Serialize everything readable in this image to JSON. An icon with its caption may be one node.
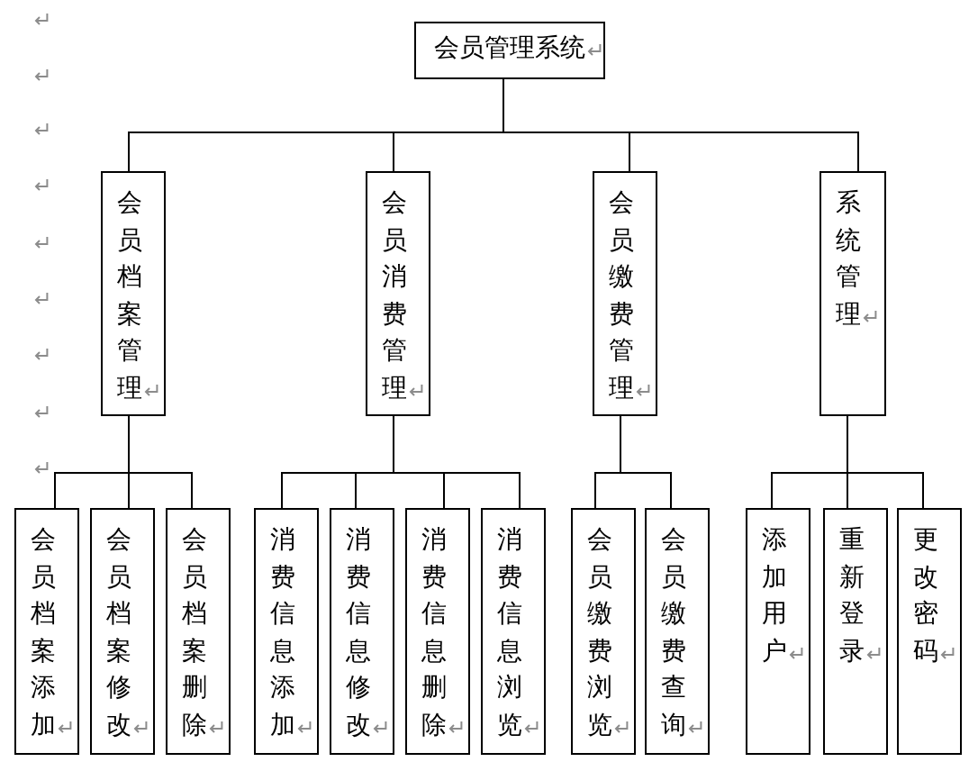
{
  "diagram": {
    "nodes": [
      {
        "text": [
          "会员管理系统"
        ]
      },
      {
        "text": [
          "会员档案管理"
        ]
      },
      {
        "text": [
          "会员消费管理"
        ]
      },
      {
        "text": [
          "会员缴费管理"
        ]
      },
      {
        "text": [
          "系统管理"
        ]
      },
      {
        "text": [
          "会员档案添加"
        ]
      },
      {
        "text": [
          "会员档案修改"
        ]
      },
      {
        "text": [
          "会员档案删除"
        ]
      },
      {
        "text": [
          "消费信息添加"
        ]
      },
      {
        "text": [
          "消费信息修改"
        ]
      },
      {
        "text": [
          "消费信息删除"
        ]
      },
      {
        "text": [
          "消费信息浏览"
        ]
      },
      {
        "text": [
          "会员缴费浏览"
        ]
      },
      {
        "text": [
          "会员缴费查询"
        ]
      },
      {
        "text": [
          "添加用户"
        ]
      },
      {
        "text": [
          "重新登录"
        ]
      },
      {
        "text": [
          "更改密码"
        ]
      }
    ],
    "edges": [
      {
        "from": 0,
        "to": 1,
        "arrow": "none"
      },
      {
        "from": 0,
        "to": 2,
        "arrow": "none"
      },
      {
        "from": 0,
        "to": 3,
        "arrow": "none"
      },
      {
        "from": 0,
        "to": 4,
        "arrow": "none"
      },
      {
        "from": 1,
        "to": 5,
        "arrow": "none"
      },
      {
        "from": 1,
        "to": 6,
        "arrow": "none"
      },
      {
        "from": 1,
        "to": 7,
        "arrow": "none"
      },
      {
        "from": 2,
        "to": 8,
        "arrow": "none"
      },
      {
        "from": 2,
        "to": 9,
        "arrow": "none"
      },
      {
        "from": 2,
        "to": 10,
        "arrow": "none"
      },
      {
        "from": 2,
        "to": 11,
        "arrow": "none"
      },
      {
        "from": 3,
        "to": 12,
        "arrow": "none"
      },
      {
        "from": 3,
        "to": 13,
        "arrow": "none"
      },
      {
        "from": 4,
        "to": 14,
        "arrow": "none"
      },
      {
        "from": 4,
        "to": 15,
        "arrow": "none"
      },
      {
        "from": 4,
        "to": 16,
        "arrow": "none"
      }
    ]
  }
}
